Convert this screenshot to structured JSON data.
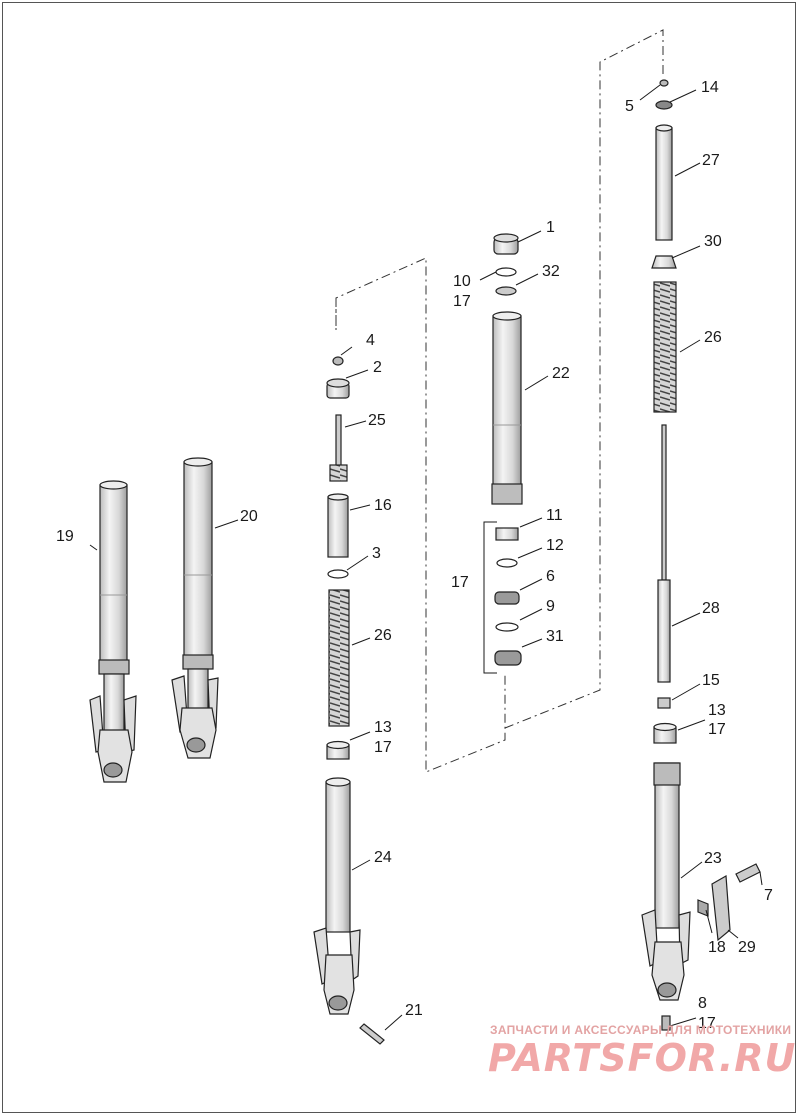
{
  "callouts": {
    "c1": "1",
    "c2": "2",
    "c3": "3",
    "c4": "4",
    "c5": "5",
    "c6": "6",
    "c7": "7",
    "c8": "8",
    "c9": "9",
    "c10": "10",
    "c11": "11",
    "c12": "12",
    "c13a": "13",
    "c13b": "13",
    "c14": "14",
    "c15": "15",
    "c16": "16",
    "c17a": "17",
    "c17b": "17",
    "c17c": "17",
    "c17d": "17",
    "c17e": "17",
    "c18": "18",
    "c19": "19",
    "c20": "20",
    "c21": "21",
    "c22": "22",
    "c23": "23",
    "c24": "24",
    "c25": "25",
    "c26a": "26",
    "c26b": "26",
    "c27": "27",
    "c28": "28",
    "c29": "29",
    "c30": "30",
    "c31": "31",
    "c32": "32"
  },
  "watermark": {
    "tagline": "ЗАПЧАСТИ И АКСЕССУАРЫ ДЛЯ МОТОТЕХНИКИ",
    "logo": "PARTSFOR.RU"
  },
  "colors": {
    "line": "#1a1a1a",
    "part_fill": "#e6e6e6",
    "part_shade": "#bdbdbd",
    "watermark": "#ef9a9a"
  }
}
